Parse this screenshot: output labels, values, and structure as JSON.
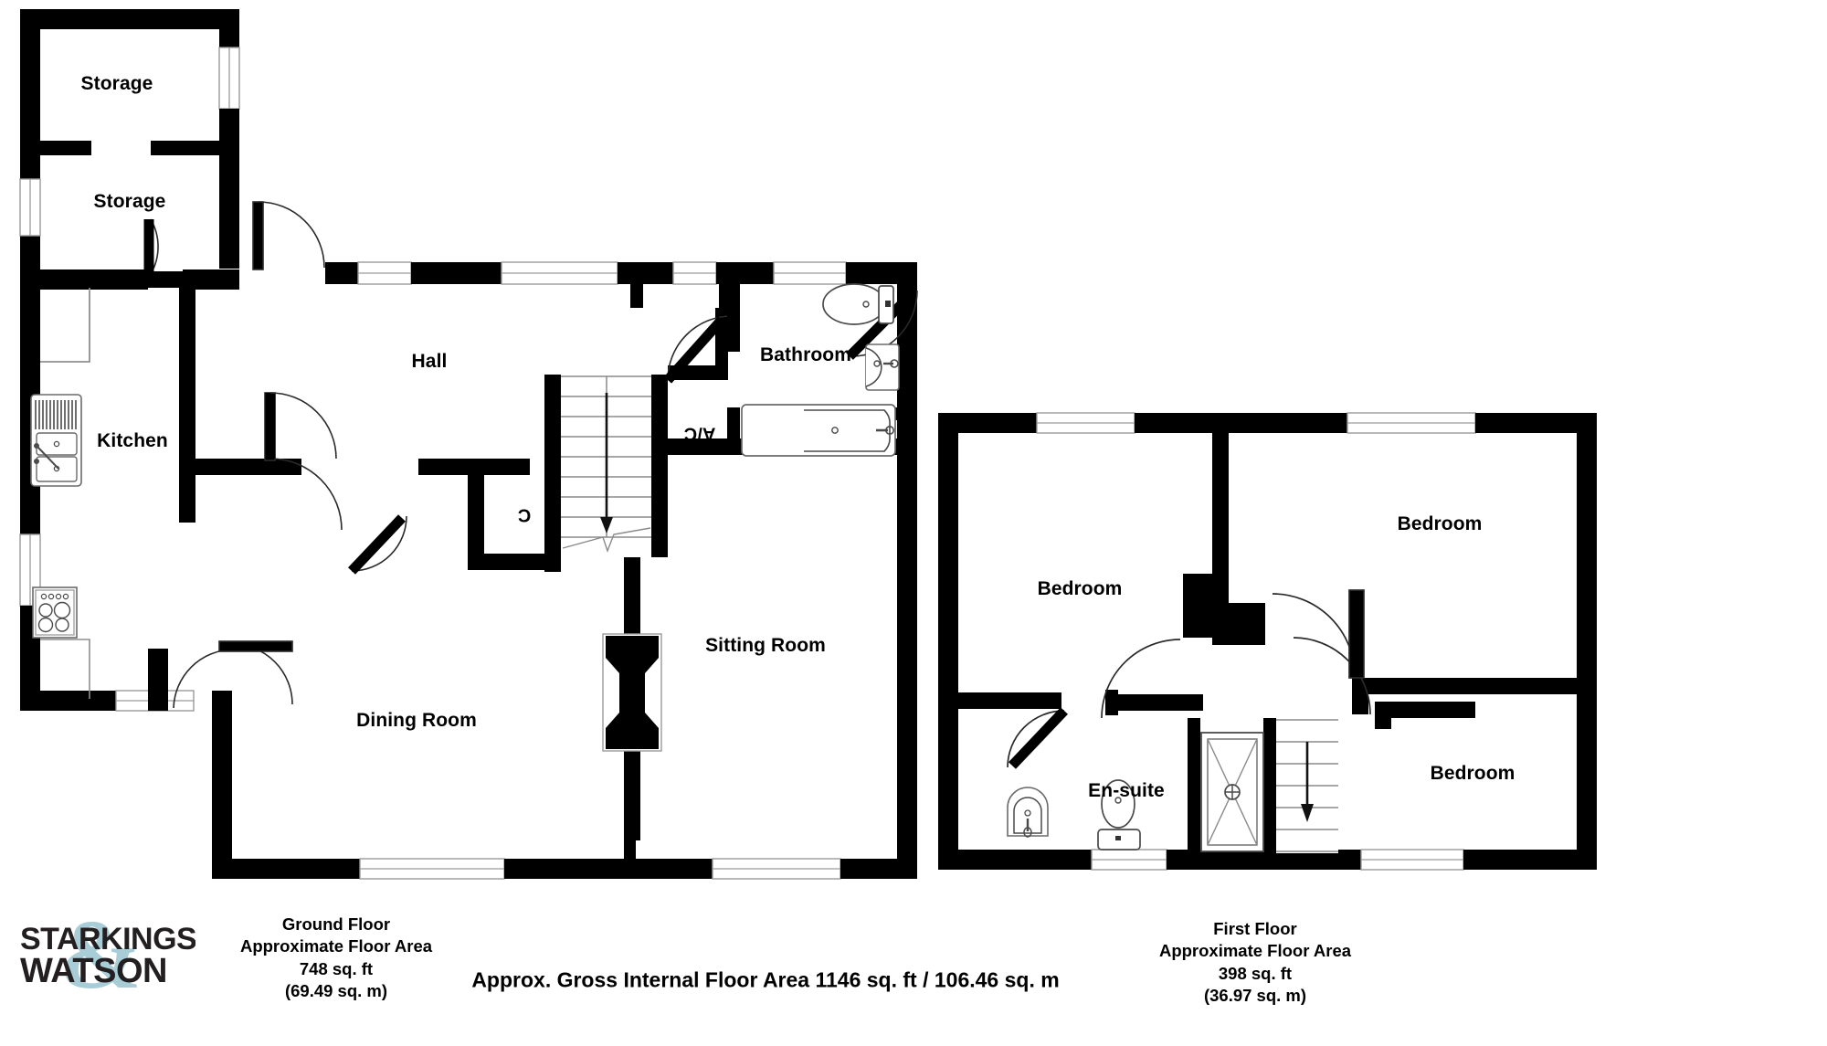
{
  "document": {
    "type": "floor-plan",
    "brand": {
      "line1": "STARKINGS",
      "line2": "WATSON",
      "ampersand": "&",
      "color_dark": "#231f20",
      "color_accent": "#a8cdd7"
    },
    "gross_area_text": "Approx. Gross Internal Floor Area 1146 sq. ft / 106.46 sq. m"
  },
  "floors": [
    {
      "id": "ground",
      "caption": {
        "title": "Ground Floor",
        "subtitle": "Approximate Floor Area",
        "area_ft": "748 sq. ft",
        "area_m": "(69.49 sq. m)"
      },
      "rooms": [
        {
          "name": "Storage",
          "label": "Storage"
        },
        {
          "name": "Storage",
          "label": "Storage"
        },
        {
          "name": "Kitchen",
          "label": "Kitchen"
        },
        {
          "name": "Hall",
          "label": "Hall"
        },
        {
          "name": "Bathroom",
          "label": "Bathroom"
        },
        {
          "name": "Airing Cupboard",
          "label": "A/C"
        },
        {
          "name": "Cupboard",
          "label": "C"
        },
        {
          "name": "Sitting Room",
          "label": "Sitting Room"
        },
        {
          "name": "Dining Room",
          "label": "Dining Room"
        }
      ]
    },
    {
      "id": "first",
      "caption": {
        "title": "First Floor",
        "subtitle": "Approximate Floor Area",
        "area_ft": "398 sq. ft",
        "area_m": "(36.97 sq. m)"
      },
      "rooms": [
        {
          "name": "Bedroom",
          "label": "Bedroom"
        },
        {
          "name": "Bedroom",
          "label": "Bedroom"
        },
        {
          "name": "Bedroom",
          "label": "Bedroom"
        },
        {
          "name": "En-suite",
          "label": "En-suite"
        }
      ]
    }
  ],
  "labels": {
    "storage_1": "Storage",
    "storage_2": "Storage",
    "kitchen": "Kitchen",
    "hall": "Hall",
    "bathroom": "Bathroom",
    "ac": "A/C",
    "c": "C",
    "sitting_room": "Sitting Room",
    "dining_room": "Dining Room",
    "bedroom_left": "Bedroom",
    "bedroom_top_right": "Bedroom",
    "bedroom_bottom_right": "Bedroom",
    "ensuite": "En-suite"
  },
  "colors": {
    "wall": "#000000",
    "background": "#ffffff",
    "fixture_line": "#4a4a4a",
    "window_line": "#8a8a8a"
  }
}
